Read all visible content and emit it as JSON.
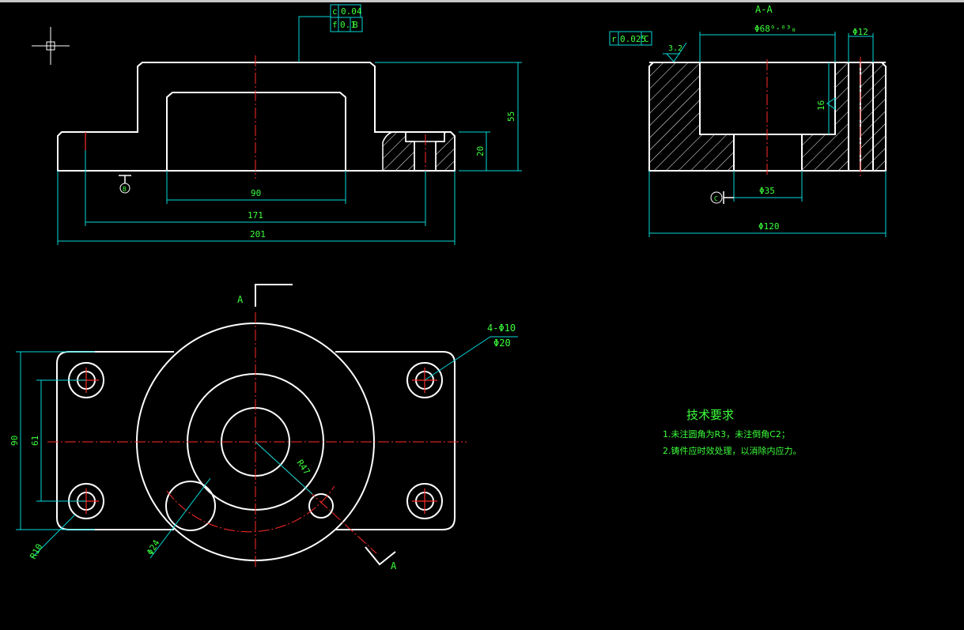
{
  "drawing": {
    "background_color": "#000000",
    "colors": {
      "outline": "#ffffff",
      "dimension": "#00d7d7",
      "centerline": "#ff2a2a",
      "text": "#3cff3c"
    },
    "cursor": "crosshair-cursor-icon",
    "front_view": {
      "gdt": {
        "row1_symbol": "c",
        "row1_value": "0.04",
        "row2_symbol": "f",
        "row2_value": "0.1",
        "row2_datum": "B"
      },
      "dims": {
        "inner_width": "90",
        "hole_span": "171",
        "overall_width": "201",
        "height": "55",
        "base_height": "20"
      },
      "datum": "B"
    },
    "section_view": {
      "title": "A-A",
      "gdt": {
        "symbol": "r",
        "value": "0.025",
        "datum": "C"
      },
      "roughness": "3.2",
      "dims": {
        "bore": "Φ68⁰·⁰³₀",
        "side": "Φ12",
        "depth": "16",
        "hole": "Φ35",
        "outer": "Φ120"
      },
      "datum": "C"
    },
    "top_view": {
      "section_label": "A",
      "holes_note": "4-Φ10",
      "cbore_note": "Φ20",
      "dims": {
        "height_outer": "90",
        "height_holes": "61",
        "corner_radius": "R10",
        "pcd_radius": "R47",
        "small_bore": "Φ24"
      }
    },
    "notes": {
      "heading": "技术要求",
      "line1": "1.未注圆角为R3，未注倒角C2；",
      "line2": "2.铸件应时效处理，以消除内应力。"
    }
  }
}
